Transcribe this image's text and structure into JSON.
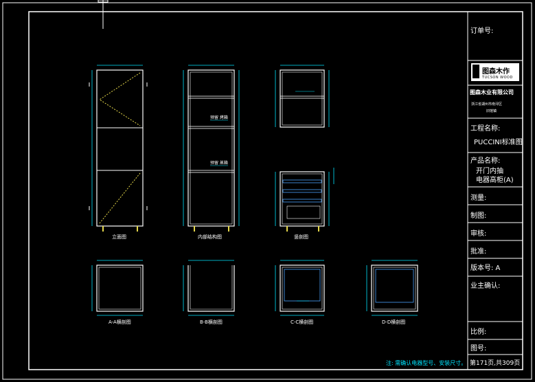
{
  "title_block": {
    "order_no_label": "订单号:",
    "brand_cn": "图森木作",
    "brand_en": "TUCSON WOOD",
    "company_name": "图森木业有限公司",
    "company_addr_1": "浙江省湖州市南浔区",
    "company_addr_2": "旧馆镇",
    "project_label": "工程名称:",
    "project_value": "PUCCINI标准图",
    "product_label": "产品名称:",
    "product_value_1": "开门内抽",
    "product_value_2": "电器高柜(A)",
    "survey_label": "测量:",
    "draw_label": "制图:",
    "review_label": "审核:",
    "approve_label": "批准:",
    "version_label": "版本号: A",
    "owner_confirm_label": "业主确认:",
    "scale_label": "比例:",
    "drawing_no_label": "图号:",
    "page_label": "第171页,共309页"
  },
  "note": "注: 需确认电器型号、安装尺寸。",
  "views": {
    "front": "立面图",
    "internal": "内部结构图",
    "side": "竖剖图",
    "aa": "A-A横剖图",
    "bb": "B-B横剖图",
    "cc": "C-C横剖图",
    "dd": "D-D横剖图"
  },
  "appliance_labels": {
    "upper": "预留 烤箱",
    "lower": "预留 蒸箱"
  },
  "colors": {
    "frame": "#ffffff",
    "dimension": "#00e5ff",
    "hidden": "#e6d84a",
    "accent": "#4aa3ff"
  }
}
